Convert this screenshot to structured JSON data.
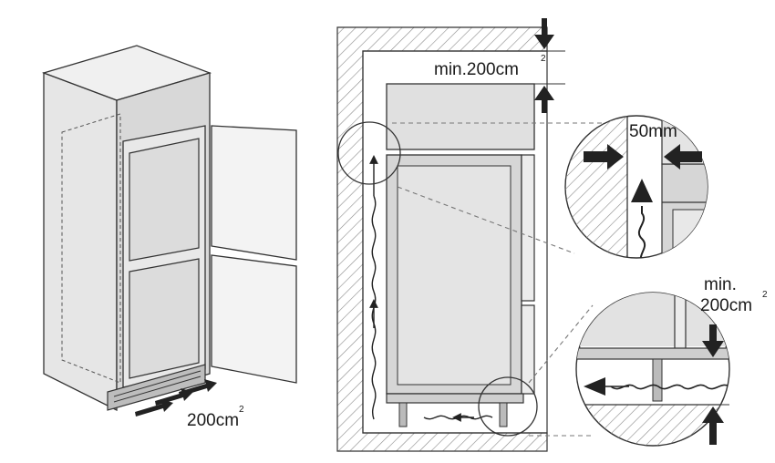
{
  "labels": {
    "left_vent": "200cm",
    "left_vent_sup": "2",
    "top_vent": "min.200cm",
    "top_vent_sup": "2",
    "gap": "50mm",
    "bottom_vent_line1": "min.",
    "bottom_vent_line2": "200cm",
    "bottom_vent_sup": "2"
  },
  "colors": {
    "line": "#333333",
    "panel": "#e4e4e4",
    "panel_dark": "#cfcfcf",
    "door": "#ededed",
    "hatch": "#8a8a8a",
    "dash": "#777777"
  }
}
